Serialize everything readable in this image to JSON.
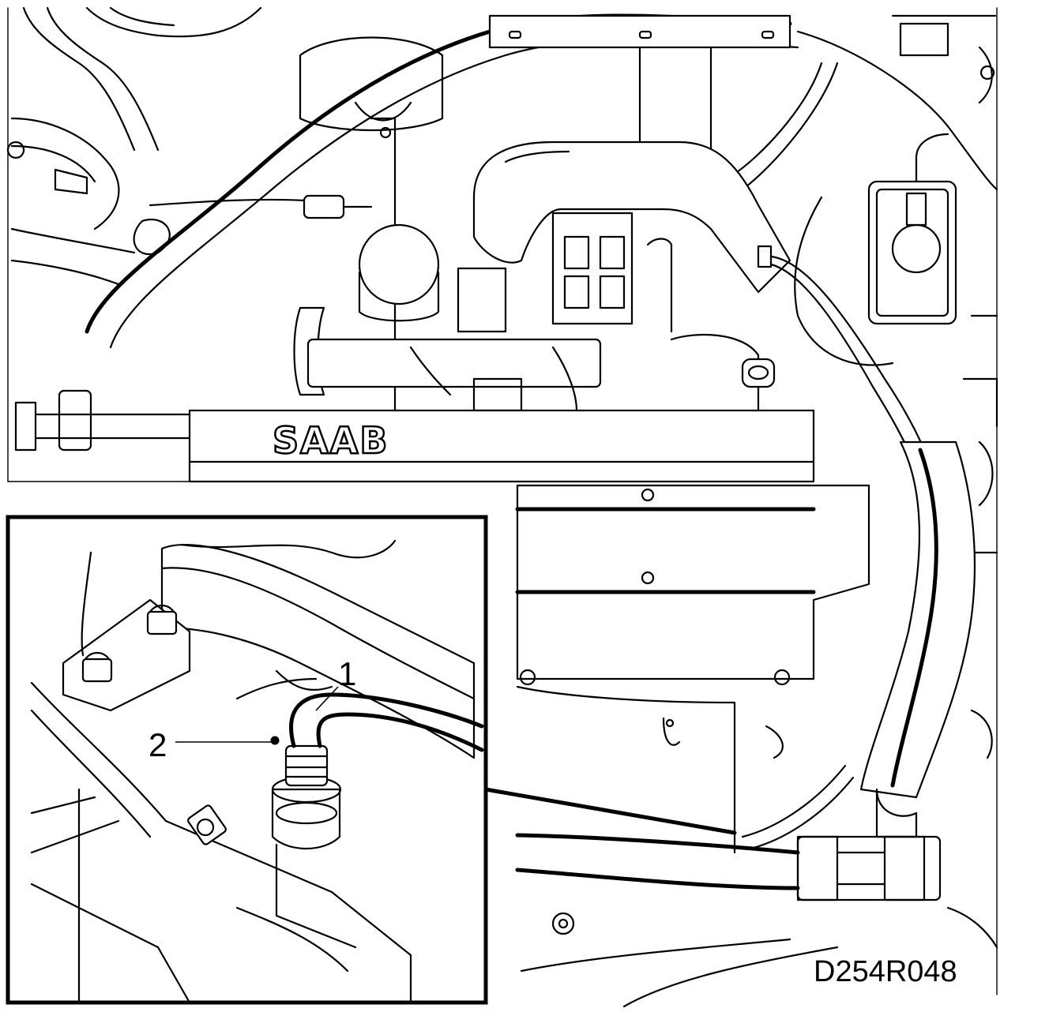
{
  "diagram": {
    "brand_text": "SAAB",
    "figure_id": "D254R048",
    "callouts": [
      {
        "label": "2"
      },
      {
        "label": "1"
      }
    ]
  }
}
